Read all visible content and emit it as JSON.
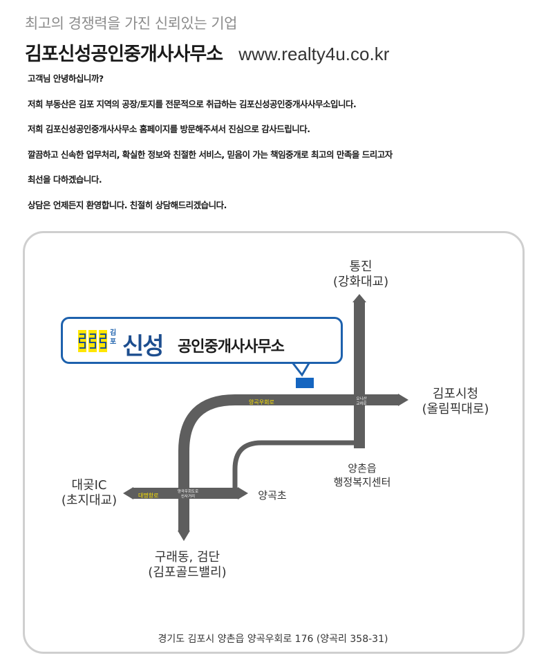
{
  "header": {
    "tagline": "최고의 경쟁력을 가진 신뢰있는 기업",
    "company": "김포신성공인중개사사무소",
    "website": "www.realty4u.co.kr"
  },
  "intro": [
    "고객님 안녕하십니까?",
    "저희 부동산은 김포 지역의 공장/토지를 전문적으로 취급하는 김포신성공인중개사사무소입니다.",
    "저희 김포신성공인중개사사무소 홈페이지를 방문해주셔서 진심으로 감사드립니다.",
    "깔끔하고 신속한 업무처리, 확실한 정보와 친절한 서비스, 믿음이 가는 책임중개로 최고의 만족을 드리고자",
    "최선을 다하겠습니다.",
    "상담은 언제든지 환영합니다. 친절히 상담해드리겠습니다."
  ],
  "map": {
    "sign": {
      "small_name": "김포",
      "brand": "신성",
      "brand_sub": "공인중개사사무소"
    },
    "destinations": {
      "top_line1": "통진",
      "top_line2": "(강화대교)",
      "right_line1": "김포시청",
      "right_line2": "(올림픽대로)",
      "left_line1": "대곶IC",
      "left_line2": "(초지대교)",
      "bottom_line1": "구래동, 검단",
      "bottom_line2": "(김포골드밸리)",
      "yangchon_line1": "양촌읍",
      "yangchon_line2": "행정복지센터",
      "school": "양곡초"
    },
    "road_labels": {
      "yanggok_road": "양곡우회로",
      "daemyeong_road": "대명항로",
      "onisan_line1": "오니산",
      "onisan_line2": "교차로",
      "junction_line1": "양곡우회도로",
      "junction_line2": "신사거리"
    },
    "colors": {
      "road": "#5e5e5e",
      "accent": "#1d61ad",
      "road_label": "#ffe600",
      "marker": "#1565c0"
    },
    "address": "경기도 김포시 양촌읍 양곡우회로 176 (양곡리 358-31)"
  }
}
